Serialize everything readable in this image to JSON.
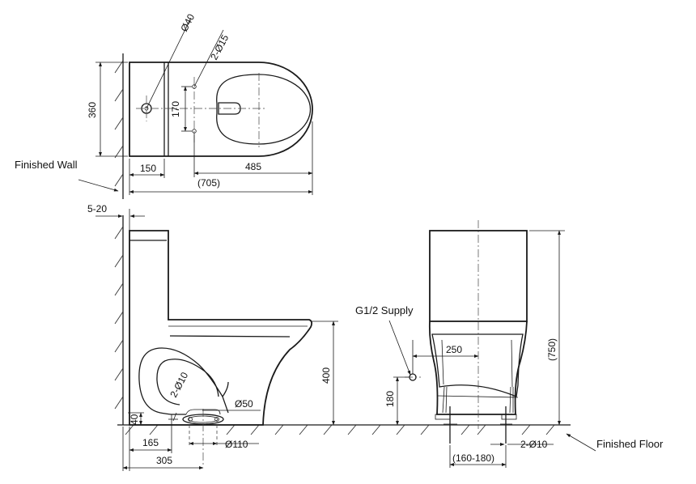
{
  "labels": {
    "finished_wall": "Finished Wall",
    "finished_floor": "Finished Floor",
    "supply": "G1/2 Supply"
  },
  "top_view": {
    "outlet_dia": "Ø40",
    "fixing_holes": "2-Ø15",
    "depth": "360",
    "hole_spacing": "170",
    "tank_depth": "150",
    "bowl_length": "485",
    "overall_length": "(705)"
  },
  "side_view": {
    "wall_gap": "5-20",
    "seat_height": "400",
    "floor_bolts": "2-Ø10",
    "inlet_dia": "Ø50",
    "outlet_height": "40",
    "bolt_distance": "165",
    "rough_in": "305",
    "waste_dia": "Ø110"
  },
  "front_view": {
    "supply_offset": "250",
    "overall_height": "(750)",
    "supply_height": "180",
    "bolt_spacing": "(160-180)",
    "floor_bolts": "2-Ø10"
  }
}
